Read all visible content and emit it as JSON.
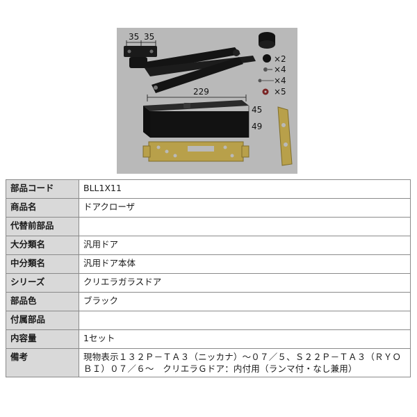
{
  "product_image": {
    "dimensions": {
      "arm_spacing_a": "35",
      "arm_spacing_b": "35",
      "body_length": "229",
      "body_height_a": "45",
      "body_height_b": "49"
    },
    "accessories": [
      {
        "icon": "cap-icon",
        "qty": "×2"
      },
      {
        "icon": "screw-icon",
        "qty": "×4"
      },
      {
        "icon": "long-screw-icon",
        "qty": "×4"
      },
      {
        "icon": "washer-icon",
        "qty": "×5"
      }
    ],
    "colors": {
      "background": "#b9b9b9",
      "part_black": "#141414",
      "bracket_gold": "#b8a04a"
    }
  },
  "spec_table": [
    {
      "key": "部品コード",
      "value": "BLL1X11"
    },
    {
      "key": "商品名",
      "value": "ドアクローザ"
    },
    {
      "key": "代替前部品",
      "value": ""
    },
    {
      "key": "大分類名",
      "value": "汎用ドア"
    },
    {
      "key": "中分類名",
      "value": "汎用ドア本体"
    },
    {
      "key": "シリーズ",
      "value": "クリエラガラスドア"
    },
    {
      "key": "部品色",
      "value": "ブラック"
    },
    {
      "key": "付属部品",
      "value": ""
    },
    {
      "key": "内容量",
      "value": "1セット"
    },
    {
      "key": "備考",
      "value": "現物表示１３２Ｐ－ＴＡ３（ニッカナ）～０７／５、Ｓ２２Ｐ－ＴＡ３（ＲＹＯＢＩ）０７／６～　クリエラＧドア：内付用（ランマ付・なし兼用）"
    }
  ]
}
